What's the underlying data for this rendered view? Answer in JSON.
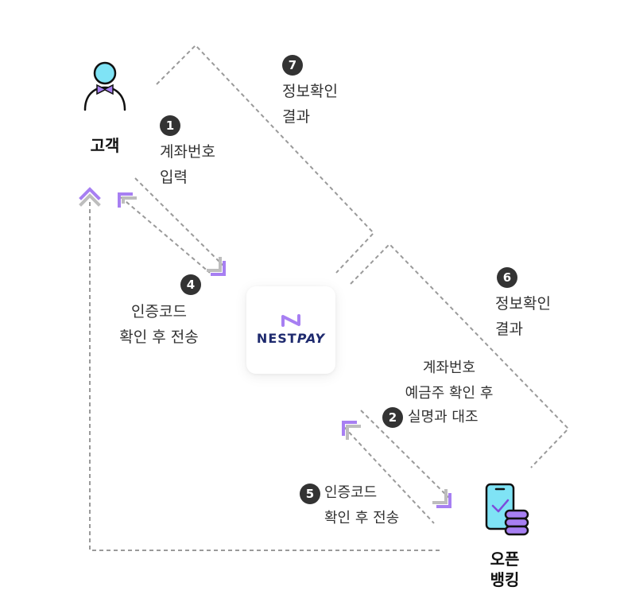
{
  "nodes": {
    "customer": "고객",
    "open_banking_line1": "오픈",
    "open_banking_line2": "뱅킹",
    "nestpay_brand_prefix": "NEST",
    "nestpay_brand_suffix": "PAY"
  },
  "steps": [
    {
      "number": "1",
      "lines": [
        "계좌번호",
        "입력"
      ]
    },
    {
      "number": "2",
      "lines": [
        "계좌번호",
        "예금주 확인  후",
        "실명과 대조"
      ]
    },
    {
      "number": "4",
      "lines": [
        "인증코드",
        "확인 후 전송"
      ]
    },
    {
      "number": "5",
      "lines": [
        "인증코드",
        "확인 후 전송"
      ]
    },
    {
      "number": "6",
      "lines": [
        "정보확인",
        "결과"
      ]
    },
    {
      "number": "7",
      "lines": [
        "정보확인",
        "결과"
      ]
    }
  ],
  "colors": {
    "accent_purple": "#a77ff2",
    "accent_cyan": "#7fe3f5",
    "dash_gray": "#9a9a9a",
    "badge": "#333333",
    "brand_navy": "#1e2a6e"
  }
}
